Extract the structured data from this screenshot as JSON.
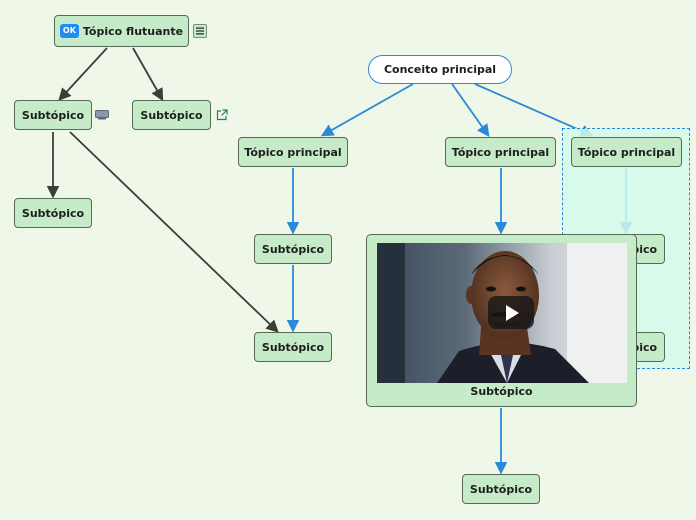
{
  "central": {
    "label": "Conceito principal"
  },
  "floating": {
    "label": "Tópico flutuante",
    "badge": "OK",
    "children": [
      {
        "label": "Subtópico",
        "icon": "comment-icon"
      },
      {
        "label": "Subtópico",
        "icon": "external-link-icon"
      },
      {
        "label": "Subtópico"
      }
    ],
    "icon": "notes-icon"
  },
  "main_topics": [
    {
      "label": "Tópico principal",
      "children": [
        "Subtópico",
        "Subtópico"
      ]
    },
    {
      "label": "Tópico principal",
      "children": [
        "Subtópico",
        "Subtópico"
      ],
      "video_caption": "Subtópico"
    },
    {
      "label": "Tópico principal",
      "children": [
        "Subtópico",
        "Subtópico"
      ]
    }
  ],
  "colors": {
    "connector_blue": "#2b8ad8",
    "connector_dark": "#3a3f3a",
    "node_fill": "#c6ebc8",
    "background": "#eef7e8"
  }
}
